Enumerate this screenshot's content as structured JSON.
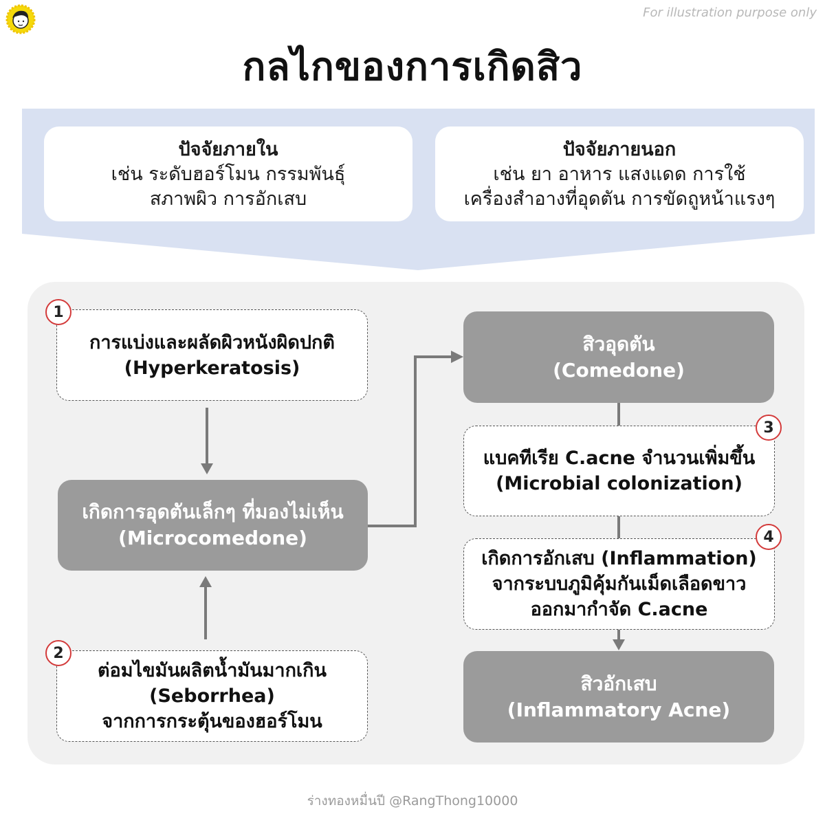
{
  "header": {
    "disclaimer": "For illustration purpose only",
    "title": "กลไกของการเกิดสิว"
  },
  "factors": {
    "internal": {
      "heading": "ปัจจัยภายใน",
      "lines": [
        "เช่น ระดับฮอร์โมน กรรมพันธุ์",
        "สภาพผิว การอักเสบ"
      ]
    },
    "external": {
      "heading": "ปัจจัยภายนอก",
      "lines": [
        "เช่น ยา  อาหาร แสงแดด การใช้",
        "เครื่องสำอางที่อุดตัน การขัดถูหน้าแรงๆ"
      ]
    }
  },
  "steps": {
    "step1": {
      "badge": "1",
      "lines": [
        "การแบ่งและผลัดผิวหนังผิดปกติ",
        "(Hyperkeratosis)"
      ]
    },
    "microcomedone": {
      "lines": [
        "เกิดการอุดตันเล็กๆ ที่มองไม่เห็น",
        "(Microcomedone)"
      ]
    },
    "step2": {
      "badge": "2",
      "lines": [
        "ต่อมไขมันผลิตน้ำมันมากเกิน",
        "(Seborrhea)",
        "จากการกระตุ้นของฮอร์โมน"
      ]
    },
    "comedone": {
      "lines": [
        "สิวอุดตัน",
        "(Comedone)"
      ]
    },
    "step3": {
      "badge": "3",
      "lines": [
        "แบคทีเรีย C.acne จำนวนเพิ่มขึ้น",
        "(Microbial colonization)"
      ]
    },
    "step4": {
      "badge": "4",
      "lines": [
        "เกิดการอักเสบ (Inflammation)",
        "จากระบบภูมิคุ้มกันเม็ดเลือดขาว",
        "ออกมากำจัด C.acne"
      ]
    },
    "inflammatory": {
      "lines": [
        "สิวอักเสบ",
        "(Inflammatory Acne)"
      ]
    }
  },
  "footer": {
    "credit": "ร่างทองหมื่นปี @RangThong10000"
  },
  "colors": {
    "factor_band": "#d9e1f2",
    "process_box": "#9b9b9b",
    "panel": "#f1f1f1",
    "badge_ring": "#d33a3a",
    "arrow": "#7a7a7a"
  },
  "icons": {
    "logo": "cartoon-face-logo-icon"
  }
}
